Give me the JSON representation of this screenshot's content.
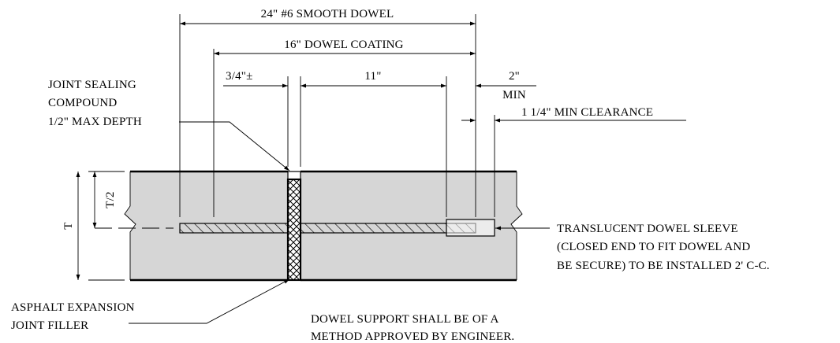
{
  "dimensions": {
    "overall_dowel": "24\" #6 SMOOTH DOWEL",
    "dowel_coating": "16\" DOWEL COATING",
    "joint_width": "3/4\"±",
    "dowel_embed": "11\"",
    "sleeve_clear_value": "2\"",
    "sleeve_clear_unit": "MIN",
    "min_clearance": "1 1/4\" MIN CLEARANCE",
    "half_thickness": "T/2",
    "thickness": "T"
  },
  "callouts": {
    "sealant_line1": "JOINT SEALING",
    "sealant_line2": "COMPOUND",
    "sealant_line3": "1/2\" MAX DEPTH",
    "sleeve_line1": "TRANSLUCENT DOWEL SLEEVE",
    "sleeve_line2": "(CLOSED END TO FIT DOWEL AND",
    "sleeve_line3": "BE SECURE) TO BE INSTALLED 2' C-C.",
    "filler_line1": "ASPHALT EXPANSION",
    "filler_line2": "JOINT FILLER"
  },
  "notes": {
    "support_line1": "DOWEL SUPPORT SHALL BE OF A",
    "support_line2": "METHOD APPROVED BY ENGINEER."
  },
  "colors": {
    "slab_fill": "#d6d6d6",
    "line": "#000000",
    "background": "#ffffff"
  }
}
